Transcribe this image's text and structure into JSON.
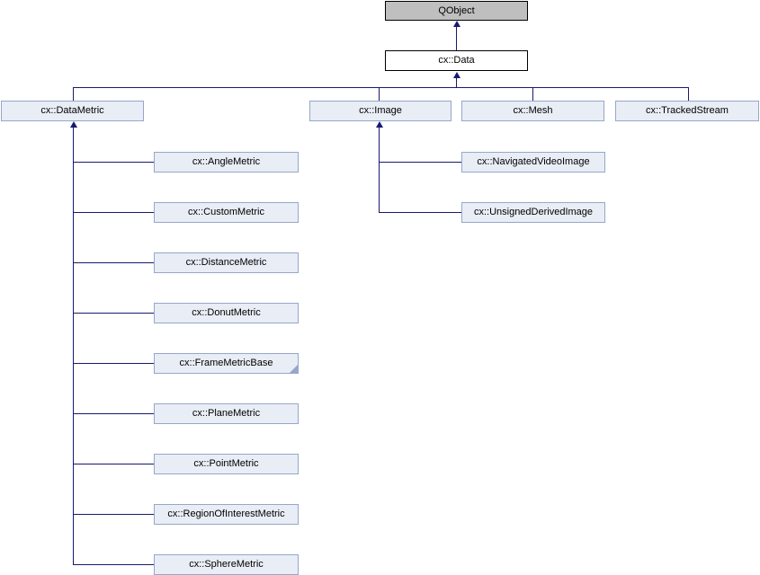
{
  "diagram_type": "class-inheritance-graph",
  "colors": {
    "edge_line": "#191970",
    "node_fill": "#E9EDF5",
    "node_border": "#96A7C9",
    "external_fill": "#BFBFBF",
    "external_border": "#000000",
    "focus_fill": "#FFFFFF",
    "focus_border": "#000000"
  },
  "nodes": {
    "qobject": {
      "label": "QObject"
    },
    "data": {
      "label": "cx::Data"
    },
    "datametric": {
      "label": "cx::DataMetric"
    },
    "image": {
      "label": "cx::Image"
    },
    "mesh": {
      "label": "cx::Mesh"
    },
    "trackedstream": {
      "label": "cx::TrackedStream"
    },
    "anglemetric": {
      "label": "cx::AngleMetric"
    },
    "custommetric": {
      "label": "cx::CustomMetric"
    },
    "distancemetric": {
      "label": "cx::DistanceMetric"
    },
    "donutmetric": {
      "label": "cx::DonutMetric"
    },
    "framemetricbase": {
      "label": "cx::FrameMetricBase",
      "truncated": true
    },
    "planemetric": {
      "label": "cx::PlaneMetric"
    },
    "pointmetric": {
      "label": "cx::PointMetric"
    },
    "regionofinterestmetric": {
      "label": "cx::RegionOfInterestMetric"
    },
    "spheremetric": {
      "label": "cx::SphereMetric"
    },
    "navigatedvideoimage": {
      "label": "cx::NavigatedVideoImage"
    },
    "unsignedderivedimage": {
      "label": "cx::UnsignedDerivedImage"
    }
  },
  "edges": [
    {
      "from": "cx::Data",
      "to": "QObject"
    },
    {
      "from": "cx::DataMetric",
      "to": "cx::Data"
    },
    {
      "from": "cx::Image",
      "to": "cx::Data"
    },
    {
      "from": "cx::Mesh",
      "to": "cx::Data"
    },
    {
      "from": "cx::TrackedStream",
      "to": "cx::Data"
    },
    {
      "from": "cx::AngleMetric",
      "to": "cx::DataMetric"
    },
    {
      "from": "cx::CustomMetric",
      "to": "cx::DataMetric"
    },
    {
      "from": "cx::DistanceMetric",
      "to": "cx::DataMetric"
    },
    {
      "from": "cx::DonutMetric",
      "to": "cx::DataMetric"
    },
    {
      "from": "cx::FrameMetricBase",
      "to": "cx::DataMetric"
    },
    {
      "from": "cx::PlaneMetric",
      "to": "cx::DataMetric"
    },
    {
      "from": "cx::PointMetric",
      "to": "cx::DataMetric"
    },
    {
      "from": "cx::RegionOfInterestMetric",
      "to": "cx::DataMetric"
    },
    {
      "from": "cx::SphereMetric",
      "to": "cx::DataMetric"
    },
    {
      "from": "cx::NavigatedVideoImage",
      "to": "cx::Image"
    },
    {
      "from": "cx::UnsignedDerivedImage",
      "to": "cx::Image"
    }
  ]
}
